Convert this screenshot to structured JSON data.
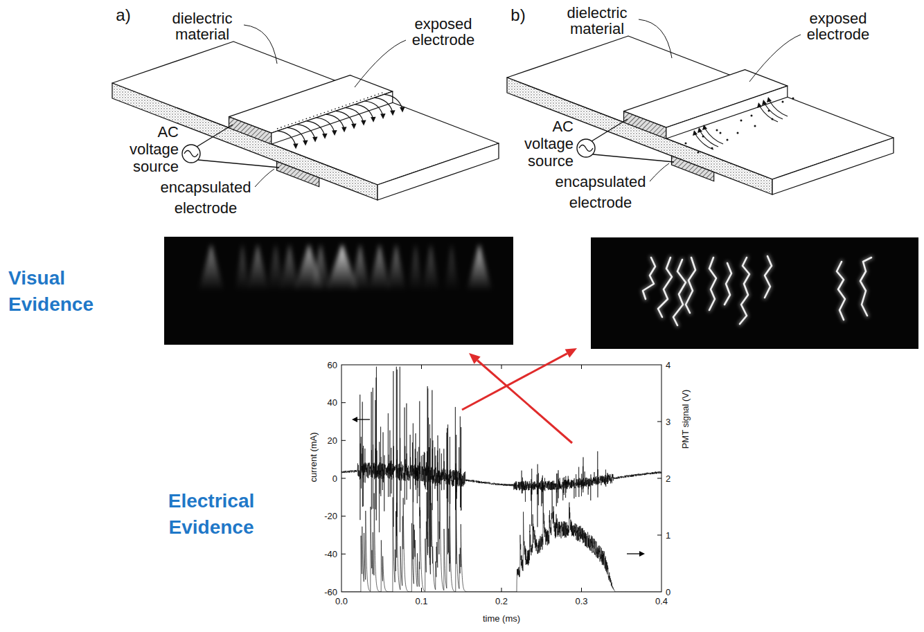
{
  "diagram": {
    "labels": [
      "a)",
      "dielectric material",
      "exposed electrode",
      "AC voltage source",
      "encapsulated electrode",
      "b)",
      "dielectric material",
      "exposed electrode",
      "AC voltage source",
      "encapsulated electrode",
      "Visual Evidence",
      "Electrical Evidence",
      "60",
      "40",
      "20",
      "0",
      "-20",
      "-40",
      "-60",
      "current (mA)",
      "4",
      "3",
      "2",
      "1",
      "0",
      "PMT signal (V)",
      "0.0",
      "0.1",
      "0.2",
      "0.3",
      "0.4",
      "time (ms)"
    ]
  }
}
